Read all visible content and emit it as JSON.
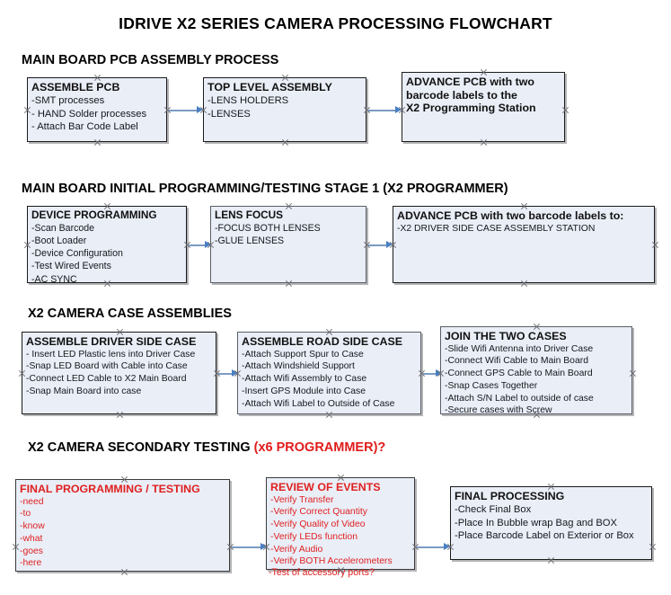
{
  "title": "IDRIVE X2  SERIES CAMERA PROCESSING FLOWCHART",
  "sections": [
    {
      "id": "main-board-pcb-assembly",
      "label": "MAIN BOARD PCB ASSEMBLY PROCESS",
      "accent": ""
    },
    {
      "id": "main-board-initial-programming",
      "label": "MAIN BOARD INITIAL PROGRAMMING/TESTING STAGE 1 (X2 PROGRAMMER)",
      "accent": ""
    },
    {
      "id": "x2-camera-case-assemblies",
      "label": "X2 CAMERA CASE ASSEMBLIES",
      "accent": ""
    },
    {
      "id": "x2-camera-secondary-testing",
      "label": "X2 CAMERA SECONDARY TESTING ",
      "accent": "(x6 PROGRAMMER)?"
    }
  ],
  "colors": {
    "box_fill": "#e9eef7",
    "box_border": "#1a1a1a",
    "arrow": "#7a9bc4",
    "arrow_head": "#4a7fc1",
    "accent_red": "#e02020",
    "text": "#111111"
  },
  "boxes": {
    "assemble_pcb": {
      "title": "ASSEMBLE PCB",
      "lines": [
        " -SMT processes",
        "- HAND Solder processes",
        "- Attach Bar Code Label"
      ]
    },
    "top_level_assembly": {
      "title": "TOP LEVEL ASSEMBLY",
      "lines": [
        "-LENS HOLDERS",
        "-LENSES"
      ]
    },
    "advance_pcb_programming_station": {
      "title": "ADVANCE PCB with two",
      "lines": [
        "barcode labels to the",
        " X2 Programming Station"
      ]
    },
    "device_programming": {
      "title": "DEVICE PROGRAMMING",
      "lines": [
        "-Scan Barcode",
        "-Boot Loader",
        "-Device Configuration",
        "-Test Wired Events",
        "-AC SYNC"
      ]
    },
    "lens_focus": {
      "title": "LENS FOCUS",
      "lines": [
        "-FOCUS BOTH LENSES",
        "-GLUE LENSES"
      ]
    },
    "advance_pcb_driver_side": {
      "title": "ADVANCE PCB with two barcode labels to:",
      "lines": [
        "-X2 DRIVER  SIDE  CASE  ASSEMBLY STATION"
      ]
    },
    "assemble_driver_side_case": {
      "title": "ASSEMBLE DRIVER SIDE CASE",
      "lines": [
        "- Insert LED Plastic lens into Driver Case",
        "-Snap LED Board with Cable into Case",
        "-Connect LED Cable to X2 Main Board",
        "-Snap Main Board into case"
      ]
    },
    "assemble_road_side_case": {
      "title": "ASSEMBLE ROAD SIDE CASE",
      "lines": [
        "-Attach Support Spur to Case",
        "-Attach Windshield Support",
        "-Attach Wifi Assembly to Case",
        "-Insert GPS Module into Case",
        "-Attach Wifi Label to Outside of Case"
      ]
    },
    "join_the_two_cases": {
      "title": "JOIN THE TWO CASES",
      "lines": [
        "-Slide Wifi Antenna into Driver Case",
        "-Connect Wifi Cable to Main Board",
        "-Connect GPS Cable to Main Board",
        "-Snap Cases Together",
        "-Attach S/N Label to outside of case",
        "-Secure cases with Screw"
      ]
    },
    "final_programming_testing": {
      "title": "FINAL PROGRAMMING / TESTING",
      "lines": [
        "-need",
        "-to",
        "-know",
        "-what",
        "-goes",
        "-here"
      ]
    },
    "review_of_events": {
      "title": "REVIEW OF EVENTS",
      "lines": [
        "-Verify Transfer",
        "-Verify Correct Quantity",
        "-Verify Quality of Video",
        "-Verify LEDs function",
        "-Verify Audio",
        "-Verify BOTH Accelerometers"
      ],
      "overflow_line": "-Test of accessory ports?"
    },
    "final_processing": {
      "title": "FINAL PROCESSING",
      "lines": [
        " -Check Final Box",
        "-Place In Bubble wrap Bag and BOX",
        "-Place Barcode Label on Exterior or Box"
      ]
    }
  }
}
